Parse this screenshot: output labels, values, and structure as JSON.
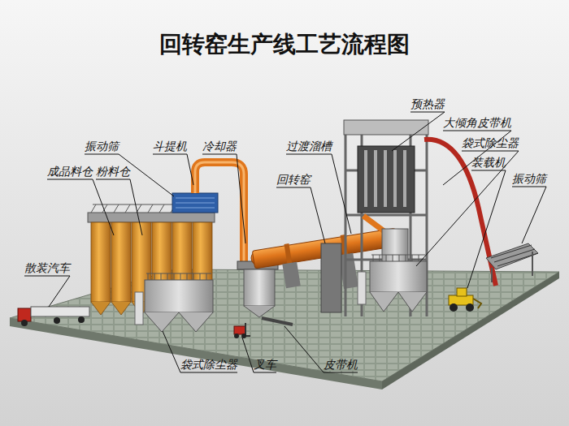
{
  "diagram": {
    "title": "回转窑生产线工艺流程图",
    "labels": [
      "振动筛",
      "斗提机",
      "冷却器",
      "成品料仓",
      "粉料仓",
      "散装汽车",
      "过渡溜槽",
      "回转窑",
      "预热器",
      "大倾角皮带机",
      "袋式除尘器",
      "装载机",
      "振动筛",
      "袋式除尘器",
      "叉车",
      "皮带机"
    ]
  }
}
